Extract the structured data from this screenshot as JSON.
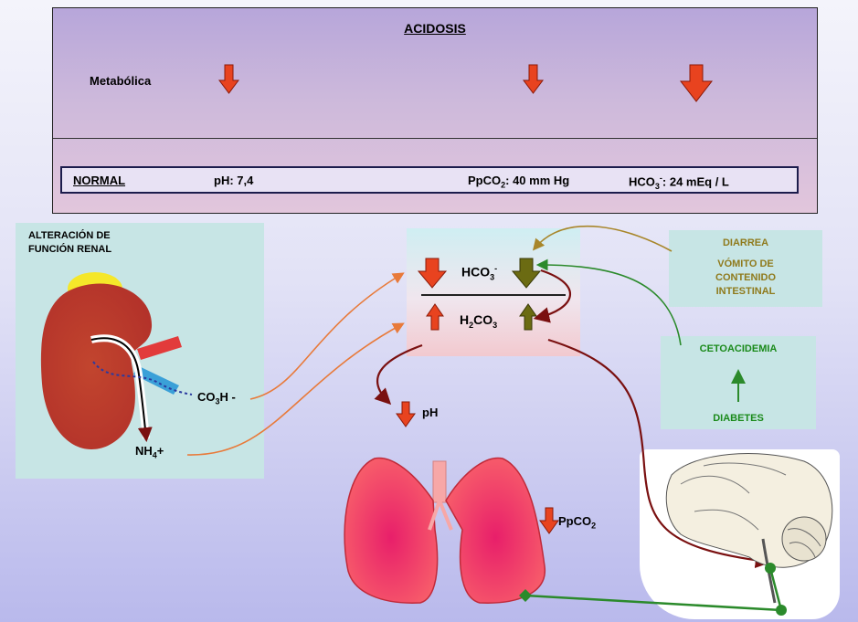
{
  "top": {
    "title": "ACIDOSIS",
    "row_label": "Metabólica",
    "normal": {
      "label": "NORMAL",
      "ph": "pH: 7,4",
      "ppco2_prefix": "PpCO",
      "ppco2_sub": "2",
      "ppco2_suffix": ": 40 mm Hg",
      "hco3_prefix": "HCO",
      "hco3_sub": "3",
      "hco3_sup": "-",
      "hco3_suffix": ":  24 mEq / L"
    }
  },
  "kidney": {
    "title_line1": "ALTERACIÓN DE",
    "title_line2": "FUNCIÓN RENAL",
    "co3h_prefix": "CO",
    "co3h_sub": "3",
    "co3h_suffix": "H -",
    "nh4_prefix": "NH",
    "nh4_sub": "4",
    "nh4_suffix": "+"
  },
  "center": {
    "hco3_prefix": "HCO",
    "hco3_sub": "3",
    "hco3_sup": "-",
    "h2co3_a": "H",
    "h2co3_sub1": "2",
    "h2co3_b": "CO",
    "h2co3_sub2": "3"
  },
  "causes": {
    "diarrea": "DIARREA",
    "vomito_line1": "VÓMITO DE",
    "vomito_line2": "CONTENIDO",
    "vomito_line3": "INTESTINAL",
    "cetoacidemia": "CETOACIDEMIA",
    "diabetes": "DIABETES"
  },
  "lungs": {
    "ph_label": "pH",
    "ppco2_prefix": "PpCO",
    "ppco2_sub": "2"
  },
  "colors": {
    "down_arrow": "#e8431f",
    "up_arrow": "#e8431f",
    "olive_arrow": "#6b6b12",
    "green_line": "#2b8a2b",
    "dark_red_line": "#7a1010",
    "orange_line": "#e87a3a",
    "kidney": "#cc3a2a",
    "lung": "#f0525e"
  }
}
